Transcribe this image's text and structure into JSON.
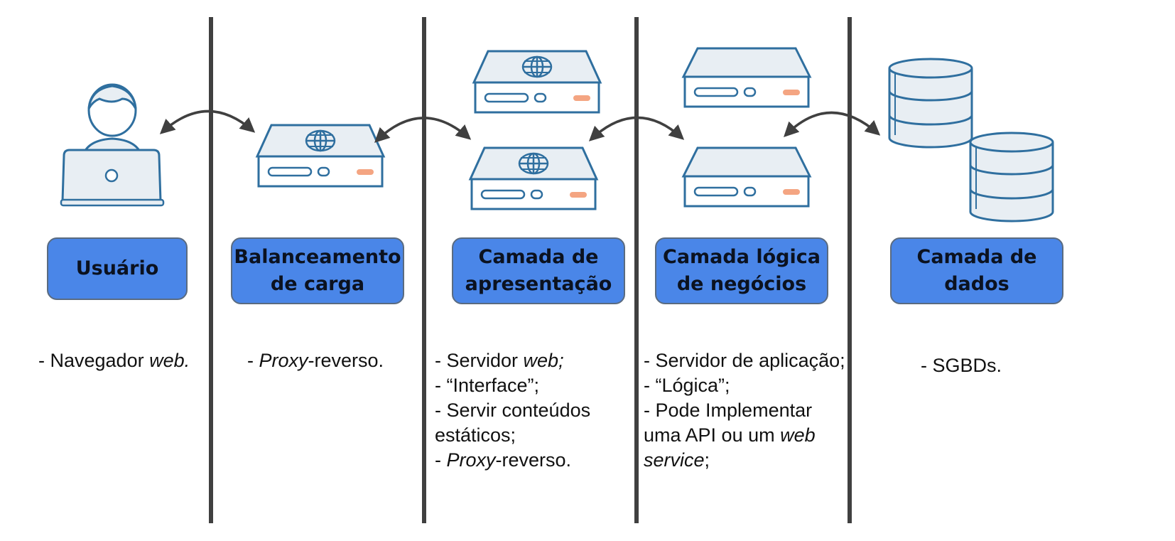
{
  "colors": {
    "box_fill": "#4a86e8",
    "icon_stroke": "#2f6f9f",
    "icon_fill": "#e8eef3",
    "led": "#f4a582",
    "divider": "#404040",
    "arrow": "#404040"
  },
  "tiers": [
    {
      "title": "Usuário",
      "icon": "user-laptop-icon",
      "items": [
        [
          {
            "t": "- Navegador "
          },
          {
            "t": "web.",
            "i": true
          }
        ]
      ]
    },
    {
      "title": "Balanceamento\nde carga",
      "icon": "web-server-icon",
      "items": [
        [
          {
            "t": "- "
          },
          {
            "t": "Proxy",
            "i": true
          },
          {
            "t": "-reverso."
          }
        ]
      ]
    },
    {
      "title": "Camada de\napresentação",
      "icon": "web-server-icon",
      "items": [
        [
          {
            "t": "- Servidor "
          },
          {
            "t": "web;",
            "i": true
          }
        ],
        [
          {
            "t": "- “Interface”;"
          }
        ],
        [
          {
            "t": "- Servir conteúdos"
          }
        ],
        [
          {
            "t": "estáticos;"
          }
        ],
        [
          {
            "t": "- "
          },
          {
            "t": "Proxy",
            "i": true
          },
          {
            "t": "-reverso."
          }
        ]
      ]
    },
    {
      "title": "Camada lógica\nde negócios",
      "icon": "app-server-icon",
      "items": [
        [
          {
            "t": "- Servidor de aplicação;"
          }
        ],
        [
          {
            "t": "- “Lógica”;"
          }
        ],
        [
          {
            "t": "- Pode Implementar"
          }
        ],
        [
          {
            "t": "uma API ou  um "
          },
          {
            "t": "web",
            "i": true
          }
        ],
        [
          {
            "t": "service",
            "i": true
          },
          {
            "t": ";"
          }
        ]
      ]
    },
    {
      "title": "Camada de\ndados",
      "icon": "database-icon",
      "items": [
        [
          {
            "t": "- SGBDs."
          }
        ]
      ]
    }
  ]
}
